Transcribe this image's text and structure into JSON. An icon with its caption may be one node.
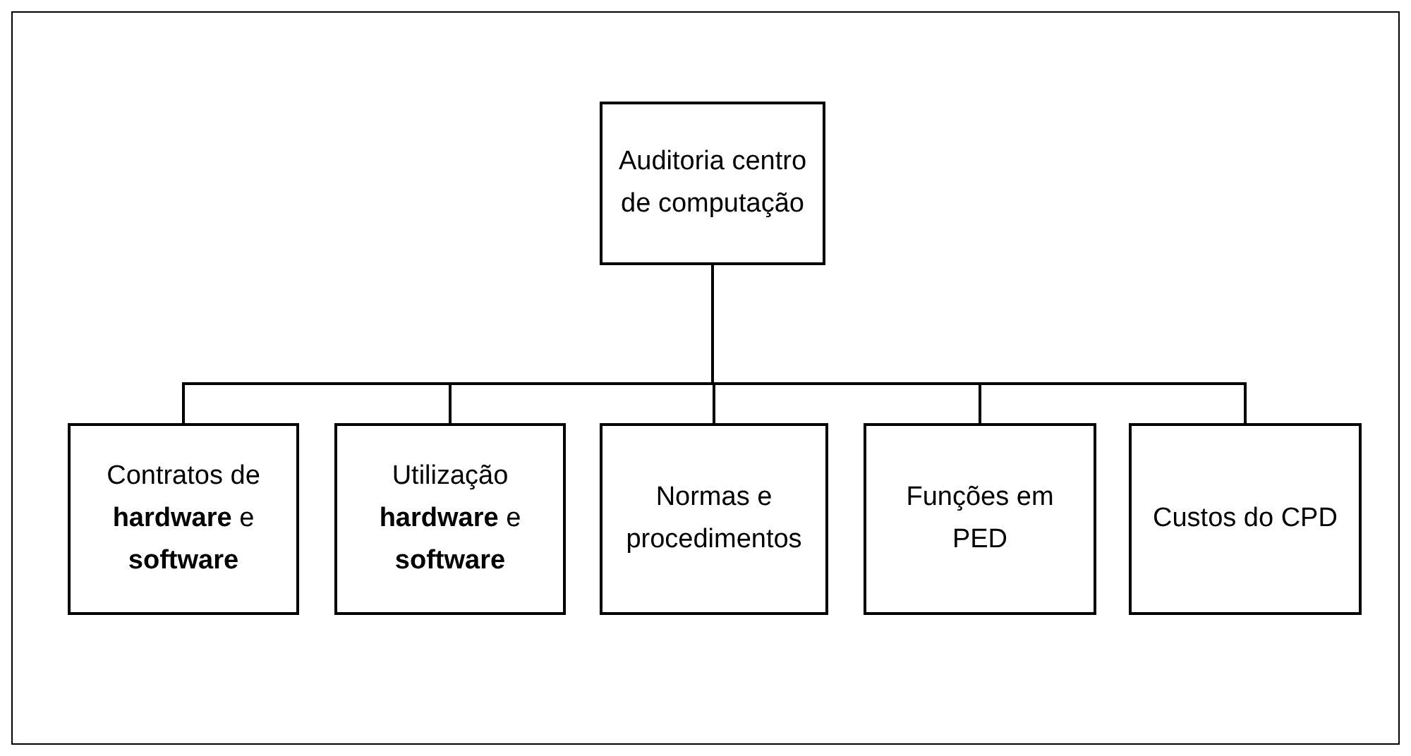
{
  "diagram": {
    "nodes": [
      {
        "text": [
          "Auditoria centro de computação"
        ]
      },
      {
        "text": [
          "Contratos de **hardware** e **software**"
        ]
      },
      {
        "text": [
          "Utilização **hardware** e **software**"
        ]
      },
      {
        "text": [
          "Normas e procedimentos"
        ]
      },
      {
        "text": [
          "Funções em PED"
        ]
      },
      {
        "text": [
          "Custos do CPD"
        ]
      }
    ],
    "edges": [
      {
        "from": 0,
        "to": 1,
        "arrow": "none"
      },
      {
        "from": 0,
        "to": 2,
        "arrow": "none"
      },
      {
        "from": 0,
        "to": 3,
        "arrow": "none"
      },
      {
        "from": 0,
        "to": 4,
        "arrow": "none"
      },
      {
        "from": 0,
        "to": 5,
        "arrow": "none"
      }
    ]
  }
}
